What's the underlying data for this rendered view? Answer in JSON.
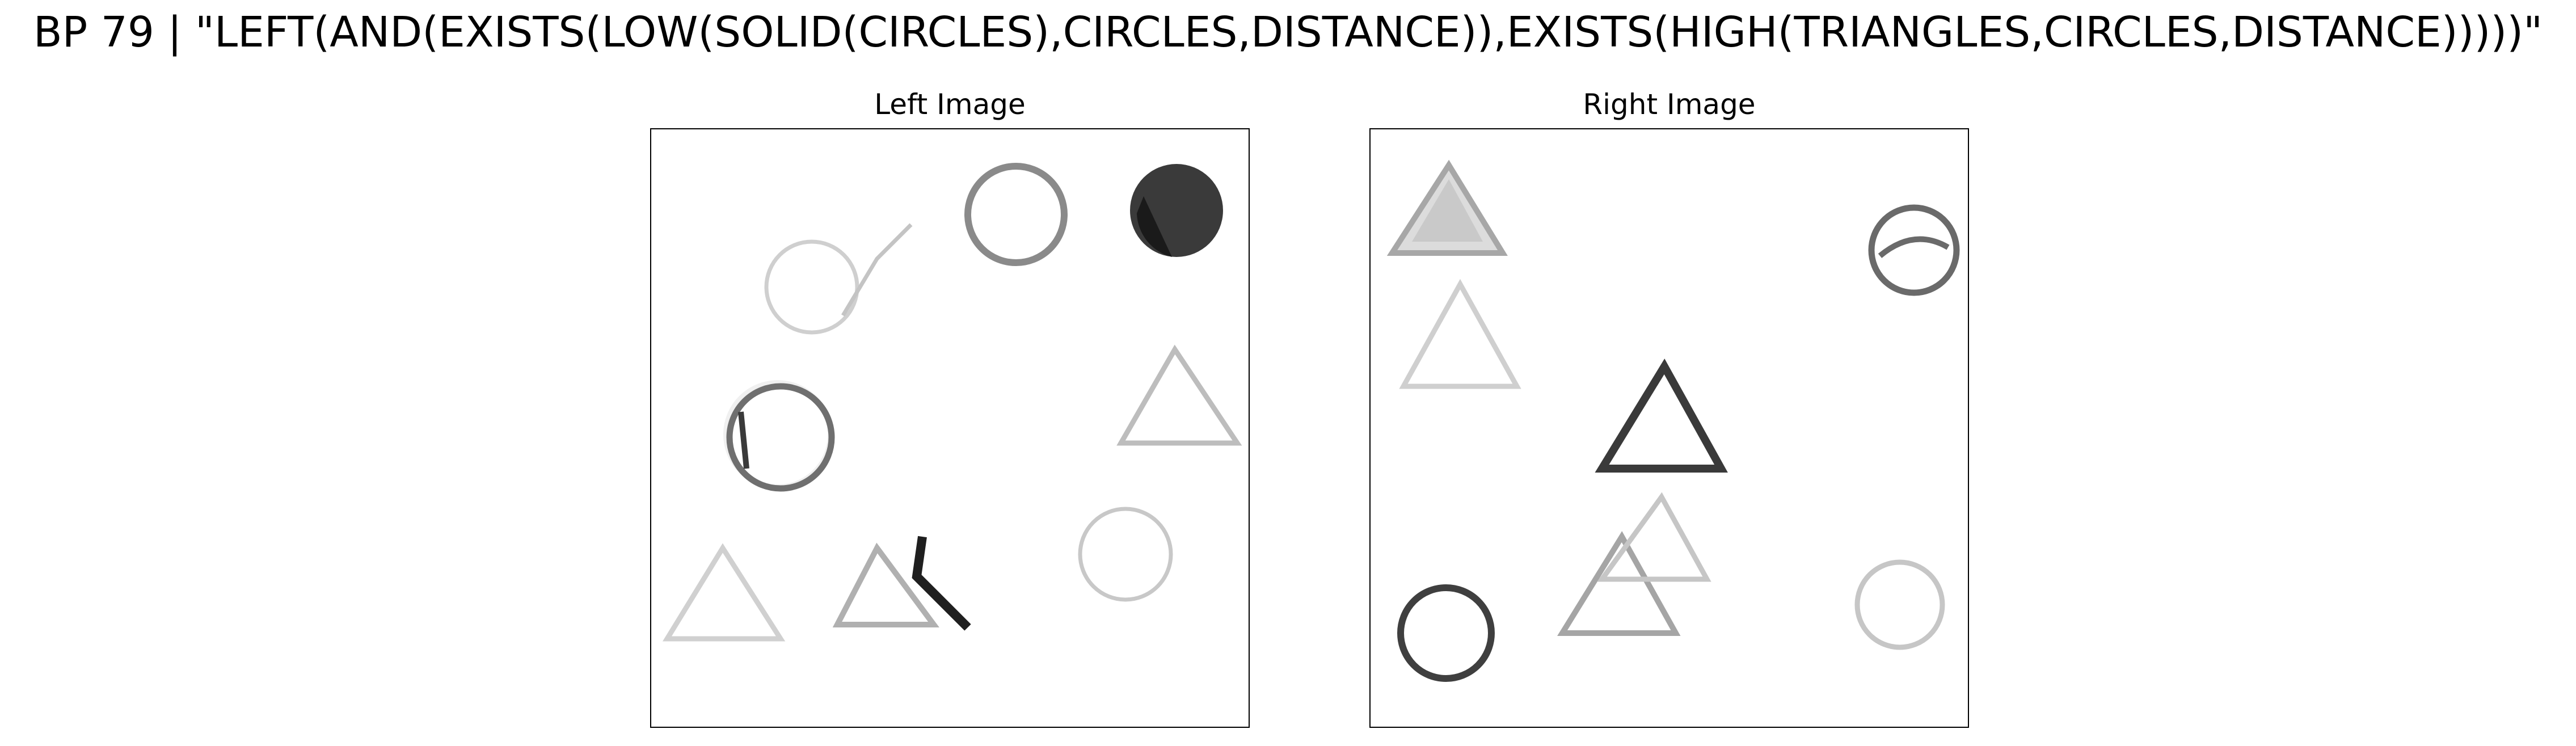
{
  "header": {
    "title": "BP 79 | \"LEFT(AND(EXISTS(LOW(SOLID(CIRCLES),CIRCLES,DISTANCE)),EXISTS(HIGH(TRIANGLES,CIRCLES,DISTANCE)))))\""
  },
  "panels": [
    {
      "title": "Left Image",
      "shapes": [
        {
          "kind": "circle",
          "style": "outline",
          "tone": "faint"
        },
        {
          "kind": "circle",
          "style": "outline",
          "tone": "medium"
        },
        {
          "kind": "circle",
          "style": "solid",
          "tone": "dark"
        },
        {
          "kind": "triangle",
          "style": "outline",
          "tone": "light"
        },
        {
          "kind": "circle",
          "style": "outline",
          "tone": "medium"
        },
        {
          "kind": "circle",
          "style": "outline",
          "tone": "faint"
        },
        {
          "kind": "triangle",
          "style": "outline",
          "tone": "light"
        },
        {
          "kind": "triangle",
          "style": "outline",
          "tone": "dark"
        }
      ]
    },
    {
      "title": "Right Image",
      "shapes": [
        {
          "kind": "triangle",
          "style": "outline",
          "tone": "medium"
        },
        {
          "kind": "circle",
          "style": "outline",
          "tone": "medium"
        },
        {
          "kind": "triangle",
          "style": "outline",
          "tone": "light"
        },
        {
          "kind": "triangle",
          "style": "outline",
          "tone": "dark"
        },
        {
          "kind": "triangle",
          "style": "outline",
          "tone": "medium"
        },
        {
          "kind": "circle",
          "style": "outline",
          "tone": "dark"
        },
        {
          "kind": "circle",
          "style": "outline",
          "tone": "faint"
        }
      ]
    }
  ]
}
